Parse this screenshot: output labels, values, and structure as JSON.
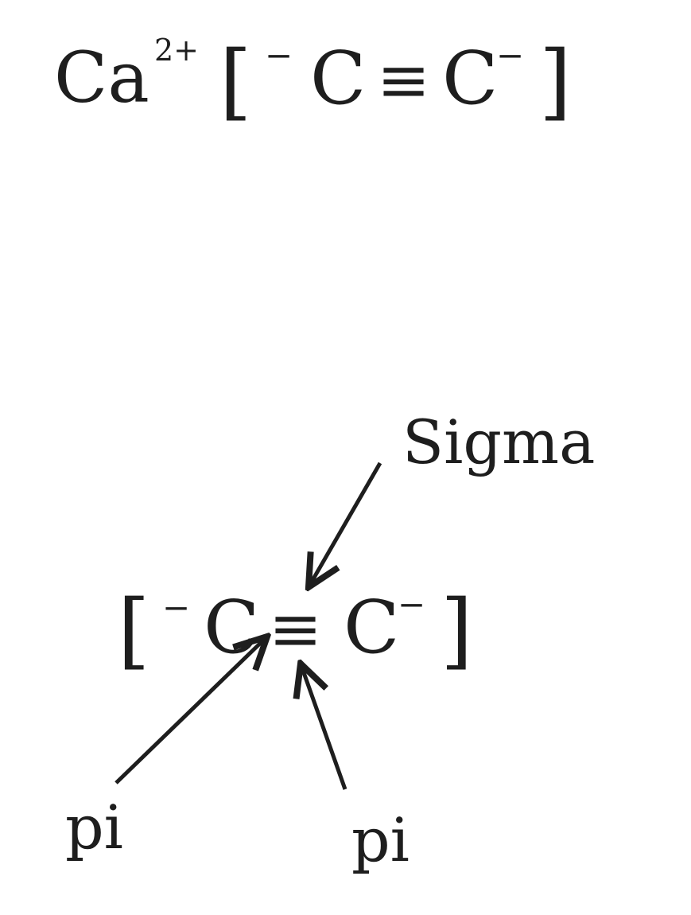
{
  "formula": {
    "cation": "Ca",
    "cation_charge": "2+",
    "open_bracket": "[",
    "carbon_left_charge": "−",
    "carbon_left": "C",
    "triple_bond": "≡",
    "carbon_right": "C",
    "carbon_right_charge": "−",
    "close_bracket": "]"
  },
  "bond_diagram": {
    "open_bracket": "[",
    "carbon_left_charge": "−",
    "carbon_left": "C",
    "triple_bond": "≡",
    "carbon_right": "C",
    "carbon_right_charge": "−",
    "close_bracket": "]",
    "labels": {
      "sigma": "Sigma",
      "pi_left": "pi",
      "pi_right": "pi"
    }
  },
  "colors": {
    "ink": "#1e1e1e",
    "background": "#ffffff"
  }
}
